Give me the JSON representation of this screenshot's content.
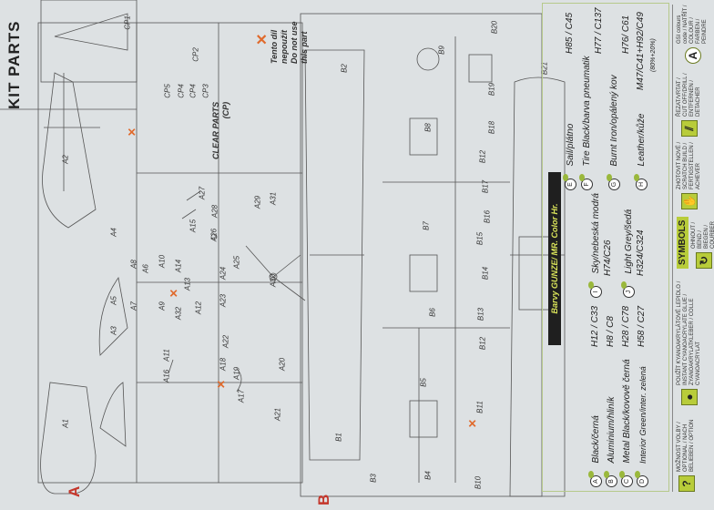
{
  "title": "KIT PARTS",
  "sprues": {
    "a_label": "A",
    "b_label": "B",
    "a_parts": [
      "A1",
      "A2",
      "A3",
      "A4",
      "A5",
      "A6",
      "A7",
      "A8",
      "A9",
      "A10",
      "A11",
      "A12",
      "A13",
      "A14",
      "A15",
      "A16",
      "A17",
      "A18",
      "A19",
      "A20",
      "A21",
      "A22",
      "A23",
      "A24",
      "A25",
      "A26",
      "A27",
      "A28",
      "A29",
      "A30",
      "A31",
      "A32"
    ],
    "b_parts": [
      "B1",
      "B2",
      "B3",
      "B4",
      "B5",
      "B6",
      "B7",
      "B8",
      "B9",
      "B10",
      "B11",
      "B12",
      "B12",
      "B13",
      "B14",
      "B15",
      "B16",
      "B17",
      "B18",
      "B19",
      "B20",
      "B21"
    ],
    "cp_parts": [
      "CP1",
      "CP2",
      "CP3",
      "CP4",
      "CP4",
      "CP5"
    ]
  },
  "clear_parts": {
    "title": "CLEAR PARTS",
    "subtitle": "(CP)"
  },
  "do_not_use": {
    "line1": "Tento díl",
    "line2": "nepoužít",
    "line3": "Do not use",
    "line4": "this part",
    "mark_color": "#e06a2c"
  },
  "colors": {
    "header": "Barvy GUNZE/ MR. Color Hr.",
    "items": [
      {
        "key": "A",
        "name": "Black/černá",
        "code": "H12 / C33"
      },
      {
        "key": "B",
        "name": "Aluminium/hliník",
        "code": "H8 / C8"
      },
      {
        "key": "C",
        "name": "Metal Black/kovově černá",
        "code": "H28 / C78"
      },
      {
        "key": "D",
        "name": "Interior Green/inter. zelená",
        "code": "H58 / C27"
      },
      {
        "key": "I",
        "name": "Sky/nebeská modrá",
        "code": "H74/C26"
      },
      {
        "key": "J",
        "name": "Light Grey/šedá",
        "code": "H324/C324"
      },
      {
        "key": "E",
        "name": "Sail/plátno",
        "code": "H85 / C45"
      },
      {
        "key": "F",
        "name": "Tire Black/barva pneumatik",
        "code": "H77 / C137"
      },
      {
        "key": "G",
        "name": "Burnt Iron/opálený kov",
        "code": "H76/ C61"
      },
      {
        "key": "H",
        "name": "Leather/kůže",
        "code": "M47/C41+H92/C49",
        "note": "(80%+20%)"
      }
    ]
  },
  "symbols": {
    "label": "SYMBOLS",
    "accent": "#b8cc3a",
    "items": [
      {
        "icon": "question-icon",
        "glyph": "?",
        "text": "MOŽNOST VOLBY / OPTIONAL / NACH BELIEBEN / OPTION"
      },
      {
        "icon": "glue-drop-icon",
        "glyph": "●",
        "text": "POUŽÍT KYANOAKRYLÁTOVÉ LEPIDLO / INSTANT CYANOACRYLATE GLUE / ZYANOAKRYLATKLEBER / COLLE CYANOACRYLAT"
      },
      {
        "icon": "bend-icon",
        "glyph": "↻",
        "text": "OHNOUT / BEND / BIEGEN / COURBER"
      },
      {
        "icon": "hand-icon",
        "glyph": "✋",
        "text": "ZHOTOVIT NOVÉ / SCRATCH BUILD / FERTIGSTELLEN / ACHEVER"
      },
      {
        "icon": "cut-off-icon",
        "glyph": "⫽",
        "text": "ŘEZAT/VRTAT / CUT OFF/DRILL / ENTFERNEN / DETACHER"
      },
      {
        "icon": "colour-code-icon",
        "glyph": "A",
        "text": "GSI colours code / NATŘÍT / COLOUR / FARBEN / PEINDRE"
      }
    ]
  }
}
